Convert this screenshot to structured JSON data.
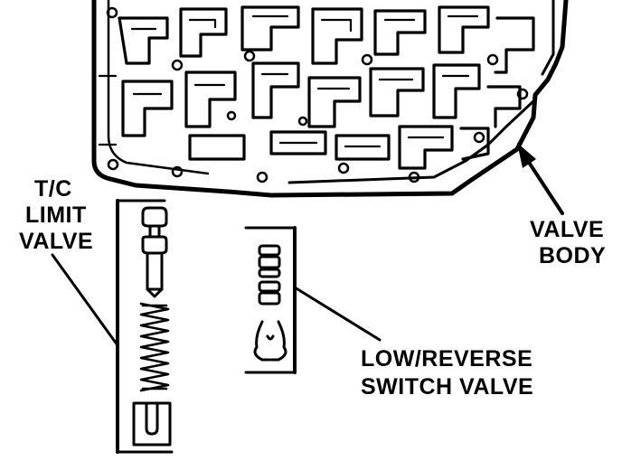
{
  "labels": {
    "tc_limit_valve": [
      "T/C",
      "LIMIT",
      "VALVE"
    ],
    "valve_body": [
      "VALVE",
      "BODY"
    ],
    "low_reverse_switch_valve": [
      "LOW/REVERSE",
      "SWITCH VALVE"
    ]
  }
}
